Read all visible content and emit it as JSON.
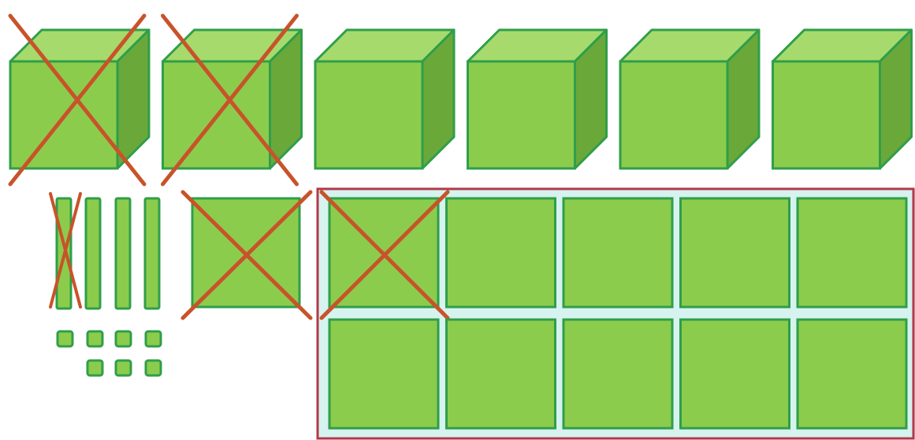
{
  "colors": {
    "background": "#ffffff",
    "block_front": "#8ccc4c",
    "block_top": "#a6da6c",
    "block_side": "#6aa83a",
    "block_outline": "#2f9e4a",
    "cross_mark": "#c8532a",
    "group_frame": "#b23a48",
    "flat_gap": "#d6f3f0"
  },
  "blocks": {
    "cubes": {
      "count": 6,
      "crossed": [
        true,
        true,
        false,
        false,
        false,
        false
      ]
    },
    "rods": {
      "count": 4,
      "crossed": [
        true,
        false,
        false,
        false
      ]
    },
    "units": {
      "count": 7
    },
    "single_flat": {
      "count": 1,
      "crossed": true
    },
    "flat_group": {
      "count": 10,
      "crossed": [
        true,
        false,
        false,
        false,
        false,
        false,
        false,
        false,
        false,
        false
      ]
    }
  }
}
